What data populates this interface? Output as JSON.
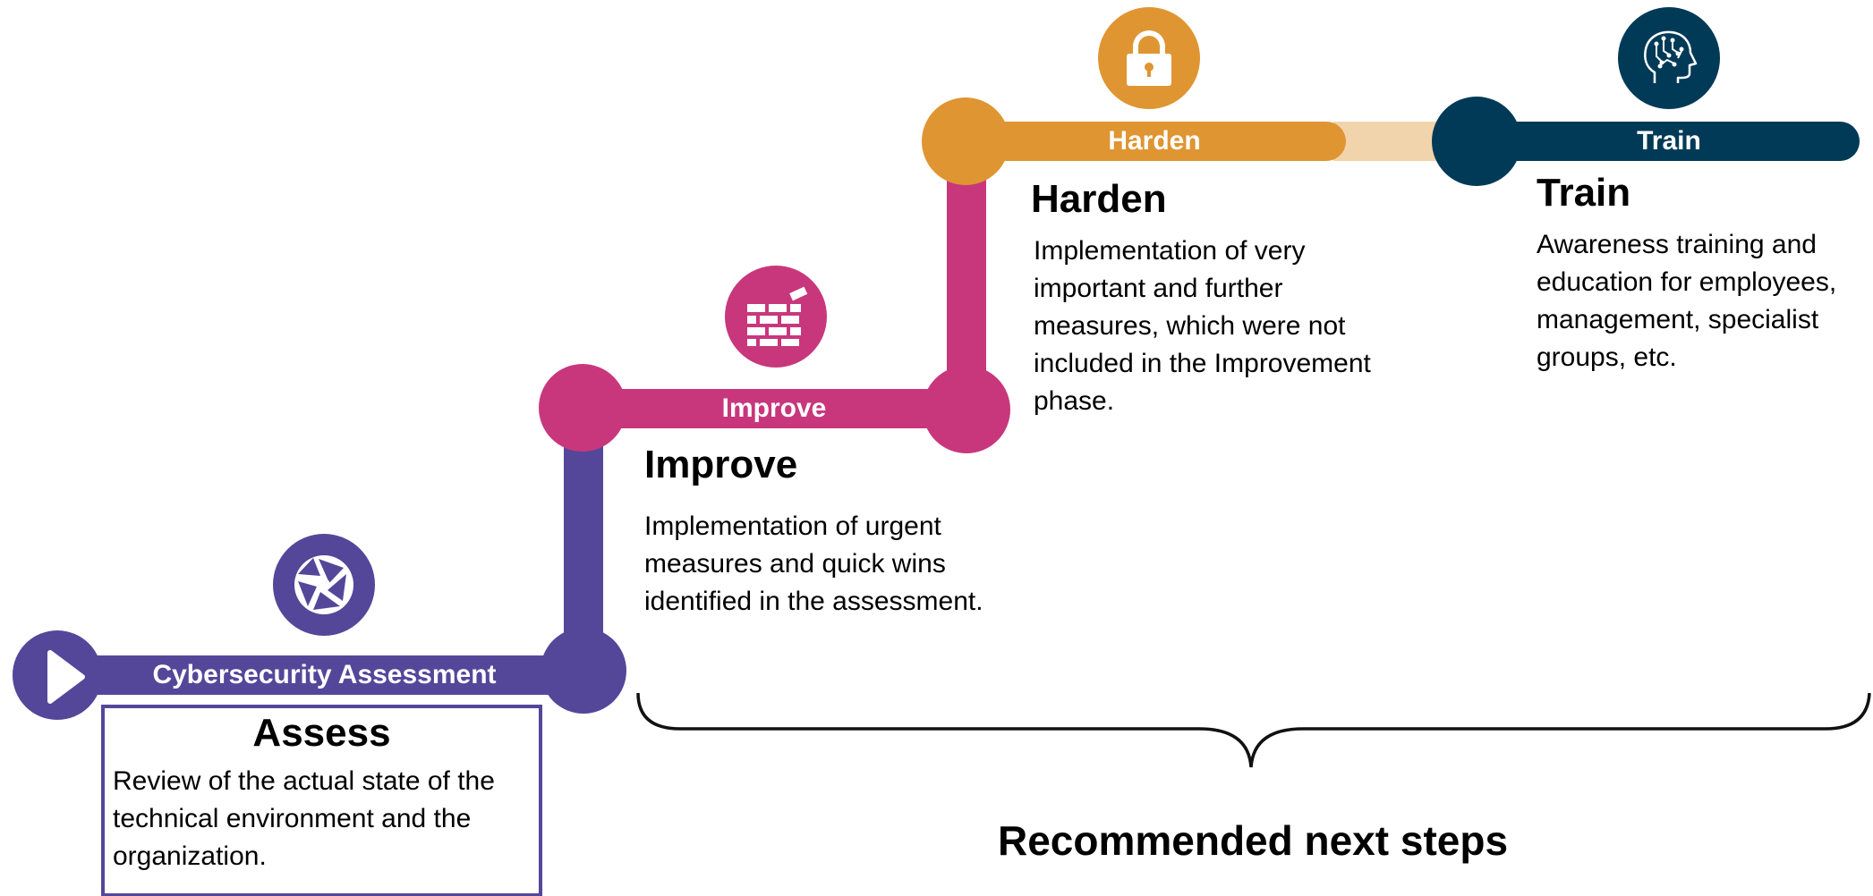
{
  "colors": {
    "assess": "#54479a",
    "improve": "#c8377c",
    "harden": "#df9532",
    "harden_light": "#f2d4ac",
    "train": "#013a57"
  },
  "stages": [
    {
      "id": "assess",
      "bar_label": "Cybersecurity Assessment",
      "title": "Assess",
      "description": "Review of the actual state of the technical environment and the organization.",
      "icon": "aperture-icon"
    },
    {
      "id": "improve",
      "bar_label": "Improve",
      "title": "Improve",
      "description": "Implementation of urgent measures and quick wins identified in the assessment.",
      "icon": "brick-wall-icon"
    },
    {
      "id": "harden",
      "bar_label": "Harden",
      "title": "Harden",
      "description": "Implementation of very important and further measures, which were not included in the Improvement phase.",
      "icon": "padlock-icon"
    },
    {
      "id": "train",
      "bar_label": "Train",
      "title": "Train",
      "description": "Awareness training and education for employees, management, specialist groups, etc.",
      "icon": "brain-head-icon"
    }
  ],
  "next_steps_label": "Recommended next steps"
}
